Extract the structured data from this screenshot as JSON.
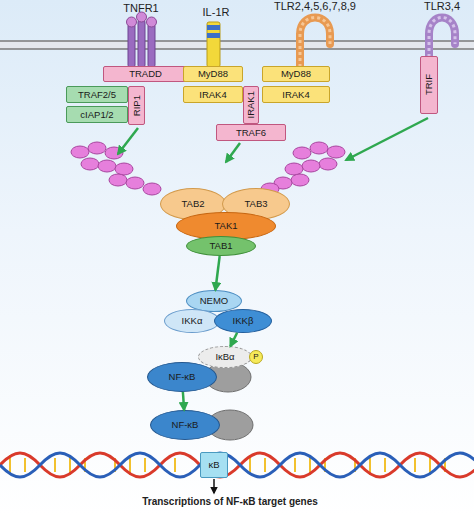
{
  "diagram": {
    "nodes": [
      {
        "text": [
          "TRADD"
        ]
      },
      {
        "text": [
          "TRAF2/5"
        ]
      },
      {
        "text": [
          "cIAP1/2"
        ]
      },
      {
        "text": [
          "RIP1"
        ]
      },
      {
        "text": [
          "MyD88"
        ]
      },
      {
        "text": [
          "IRAK4"
        ]
      },
      {
        "text": [
          "IRAK1"
        ]
      },
      {
        "text": [
          "MyD88"
        ]
      },
      {
        "text": [
          "IRAK4"
        ]
      },
      {
        "text": [
          "TRAF6"
        ]
      },
      {
        "text": [
          "TRIF"
        ]
      },
      {
        "text": [
          "TAB2"
        ]
      },
      {
        "text": [
          "TAB3"
        ]
      },
      {
        "text": [
          "TAK1"
        ]
      },
      {
        "text": [
          "TAB1"
        ]
      },
      {
        "text": [
          "NEMO"
        ]
      },
      {
        "text": [
          "IKKα"
        ]
      },
      {
        "text": [
          "IKKβ"
        ]
      },
      {
        "text": [
          "IκBα"
        ]
      },
      {
        "text": [
          "P"
        ]
      },
      {
        "text": [
          "NF-κB"
        ]
      },
      {
        "text": [
          "NF-κB"
        ]
      },
      {
        "text": [
          "κB"
        ]
      }
    ],
    "edges": [
      {
        "from": 14,
        "to": 15,
        "arrow": "to"
      },
      {
        "from": 17,
        "to": 18,
        "arrow": "to"
      },
      {
        "from": 20,
        "to": 21,
        "arrow": "to"
      }
    ],
    "labels": [
      "TNFR1",
      "IL-1R",
      "TLR2,4,5,6,7,8,9",
      "TLR3,4",
      "Transcriptions of NF-κB target genes"
    ]
  }
}
